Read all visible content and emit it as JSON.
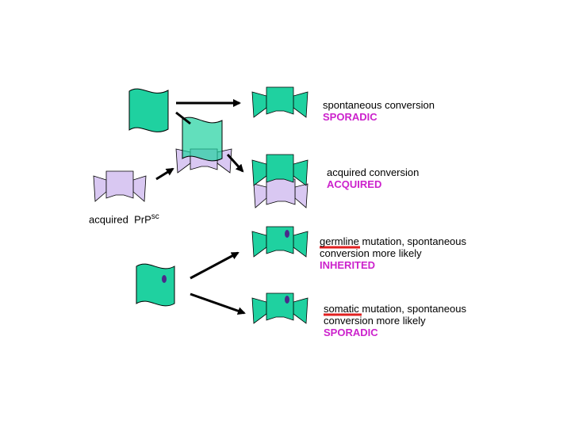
{
  "colors": {
    "teal": "#1fd1a0",
    "lavender": "#d9c8f2",
    "keyword": "#cc22cc",
    "underline": "#e02020",
    "dot": "#4a2a8a"
  },
  "labels": {
    "sporadic_1": {
      "line1": "spontaneous conversion",
      "keyword": "SPORADIC"
    },
    "acquired": {
      "line1": "acquired conversion",
      "keyword": "ACQUIRED"
    },
    "inherited": {
      "word": "germline",
      "line1_rest": " mutation, spontaneous",
      "line2": "conversion more likely",
      "keyword": "INHERITED"
    },
    "sporadic_2": {
      "word": "somatic",
      "line1_rest": " mutation, spontaneous",
      "line2": "conversion more likely",
      "keyword": "SPORADIC"
    },
    "acquired_prp": {
      "text": "acquired  PrP",
      "sup": "sc"
    }
  }
}
